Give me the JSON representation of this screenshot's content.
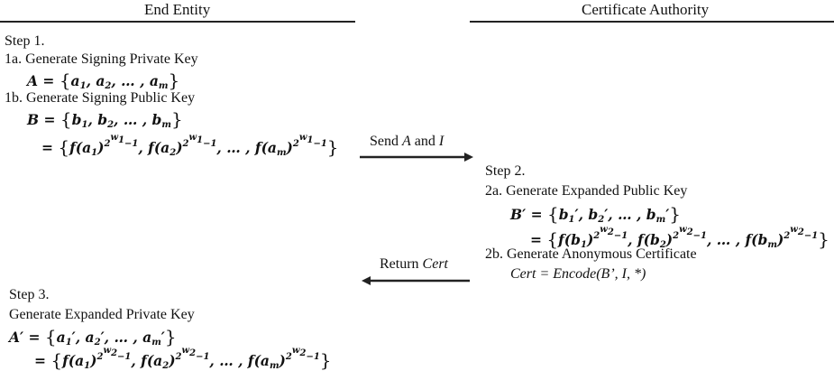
{
  "headers": {
    "left": "End Entity",
    "right": "Certificate Authority"
  },
  "step1": {
    "title": "Step 1.",
    "gen_priv": "1a. Generate Signing Private Key",
    "gen_pub": "1b. Generate Signing Public Key"
  },
  "step2": {
    "title": "Step 2.",
    "gen_exp_pub": "2a. Generate Expanded Public Key",
    "gen_cert": "2b. Generate Anonymous Certificate",
    "cert_formula": "Cert = Encode(B’, I, *)"
  },
  "step3": {
    "title": "Step 3.",
    "gen_exp_priv": "Generate Expanded Private Key"
  },
  "arrows": {
    "send_label_prefix": "Send ",
    "send_label_a": "A",
    "send_label_mid": " and ",
    "send_label_i": "I",
    "return_label_prefix": "Return ",
    "return_label_cert": "Cert"
  },
  "formulas": {
    "A": "A = {a1, a2, …, am}",
    "B": "B = {b1, b2, …, bm}",
    "B_expanded": "= {f(a1)^(2^w1−1), f(a2)^(2^w1−1), …, f(am)^(2^w1−1)}",
    "B_prime": "B′ = {b1′, b2′, …, bm′}",
    "B_prime_expanded": "= {f(b1)^(2^w2−1), f(b2)^(2^w2−1), …, f(bm)^(2^w2−1)}",
    "A_prime": "A′ = {a1′, a2′, …, am′}",
    "A_prime_expanded": "= {f(a1)^(2^w2−1), f(a2)^(2^w2−1), …, f(am)^(2^w2−1)}"
  }
}
